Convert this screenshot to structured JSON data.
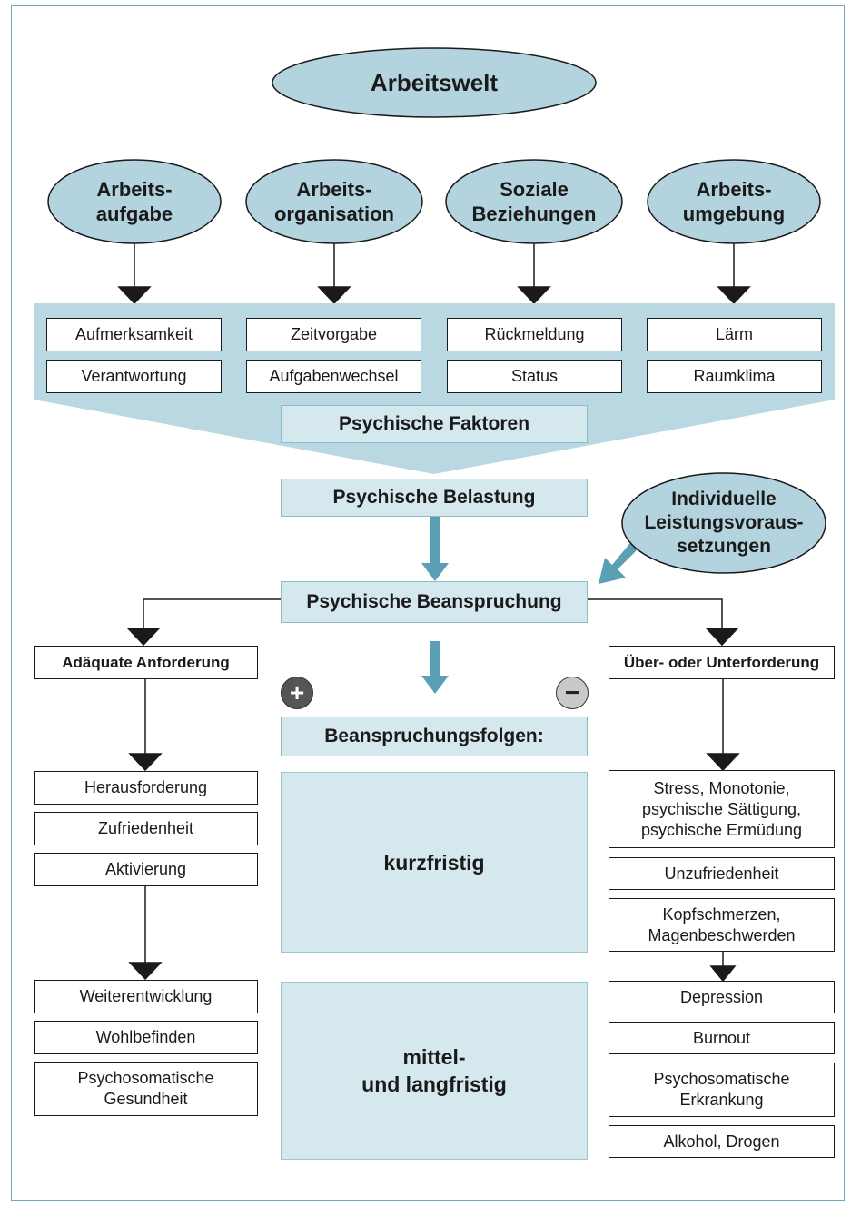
{
  "title": "Arbeitswelt",
  "categories": [
    {
      "label": "Arbeits-\naufgabe",
      "items": [
        "Aufmerksamkeit",
        "Verantwortung"
      ]
    },
    {
      "label": "Arbeits-\norganisation",
      "items": [
        "Zeitvorgabe",
        "Aufgabenwechsel"
      ]
    },
    {
      "label": "Soziale\nBeziehungen",
      "items": [
        "Rückmeldung",
        "Status"
      ]
    },
    {
      "label": "Arbeits-\numgebung",
      "items": [
        "Lärm",
        "Raumklima"
      ]
    }
  ],
  "factors_label": "Psychische Faktoren",
  "belastung_label": "Psychische Belastung",
  "individual_label": "Individuelle\nLeistungsvoraus-\nsetzungen",
  "beanspruchung_label": "Psychische Beanspruchung",
  "positive": {
    "sign": "+",
    "heading": "Adäquate Anforderung",
    "short_term": [
      "Herausforderung",
      "Zufriedenheit",
      "Aktivierung"
    ],
    "long_term": [
      "Weiterentwicklung",
      "Wohlbefinden",
      "Psychosomatische\nGesundheit"
    ]
  },
  "negative": {
    "sign": "−",
    "heading": "Über- oder Unterforderung",
    "short_term": [
      "Stress, Monotonie,\npsychische Sättigung,\npsychische Ermüdung",
      "Unzufriedenheit",
      "Kopfschmerzen,\nMagenbeschwerden"
    ],
    "long_term": [
      "Depression",
      "Burnout",
      "Psychosomatische\nErkrankung",
      "Alkohol, Drogen"
    ]
  },
  "folgen_label": "Beanspruchungsfolgen:",
  "kurzfristig_label": "kurzfristig",
  "langfristig_label": "mittel-\nund langfristig",
  "colors": {
    "ellipse_fill": "#b3d3de",
    "box_fill": "#d5e8ee",
    "band_fill": "#b9d8e2",
    "arrow_teal": "#5a9fb3",
    "border": "#6fa9b9"
  }
}
